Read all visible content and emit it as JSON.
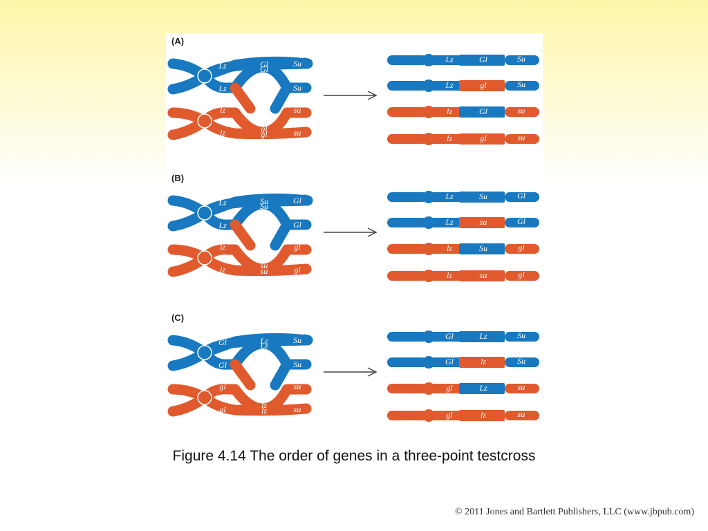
{
  "colors": {
    "dominant": "#1878c0",
    "recessive": "#e05a2e",
    "arrow": "#444444"
  },
  "panels": [
    {
      "label": "(A)",
      "parent_dominant": [
        "Lz",
        "Gl",
        "Su"
      ],
      "parent_recessive": [
        "lz",
        "gl",
        "su"
      ],
      "products": [
        [
          "Lz",
          "Gl",
          "Su"
        ],
        [
          "Lz",
          "gl",
          "Su"
        ],
        [
          "lz",
          "Gl",
          "su"
        ],
        [
          "lz",
          "gl",
          "su"
        ]
      ]
    },
    {
      "label": "(B)",
      "parent_dominant": [
        "Lz",
        "Su",
        "Gl"
      ],
      "parent_recessive": [
        "lz",
        "su",
        "gl"
      ],
      "products": [
        [
          "Lz",
          "Su",
          "Gl"
        ],
        [
          "Lz",
          "su",
          "Gl"
        ],
        [
          "lz",
          "Su",
          "gl"
        ],
        [
          "lz",
          "su",
          "gl"
        ]
      ]
    },
    {
      "label": "(C)",
      "parent_dominant": [
        "Gl",
        "Lz",
        "Su"
      ],
      "parent_recessive": [
        "gl",
        "lz",
        "su"
      ],
      "products": [
        [
          "Gl",
          "Lz",
          "Su"
        ],
        [
          "Gl",
          "lz",
          "Su"
        ],
        [
          "gl",
          "Lz",
          "su"
        ],
        [
          "gl",
          "lz",
          "su"
        ]
      ]
    }
  ],
  "caption": "Figure 4.14 The order of genes in a three-point testcross",
  "copyright": "© 2011 Jones and Bartlett Publishers, LLC (www.jbpub.com)"
}
